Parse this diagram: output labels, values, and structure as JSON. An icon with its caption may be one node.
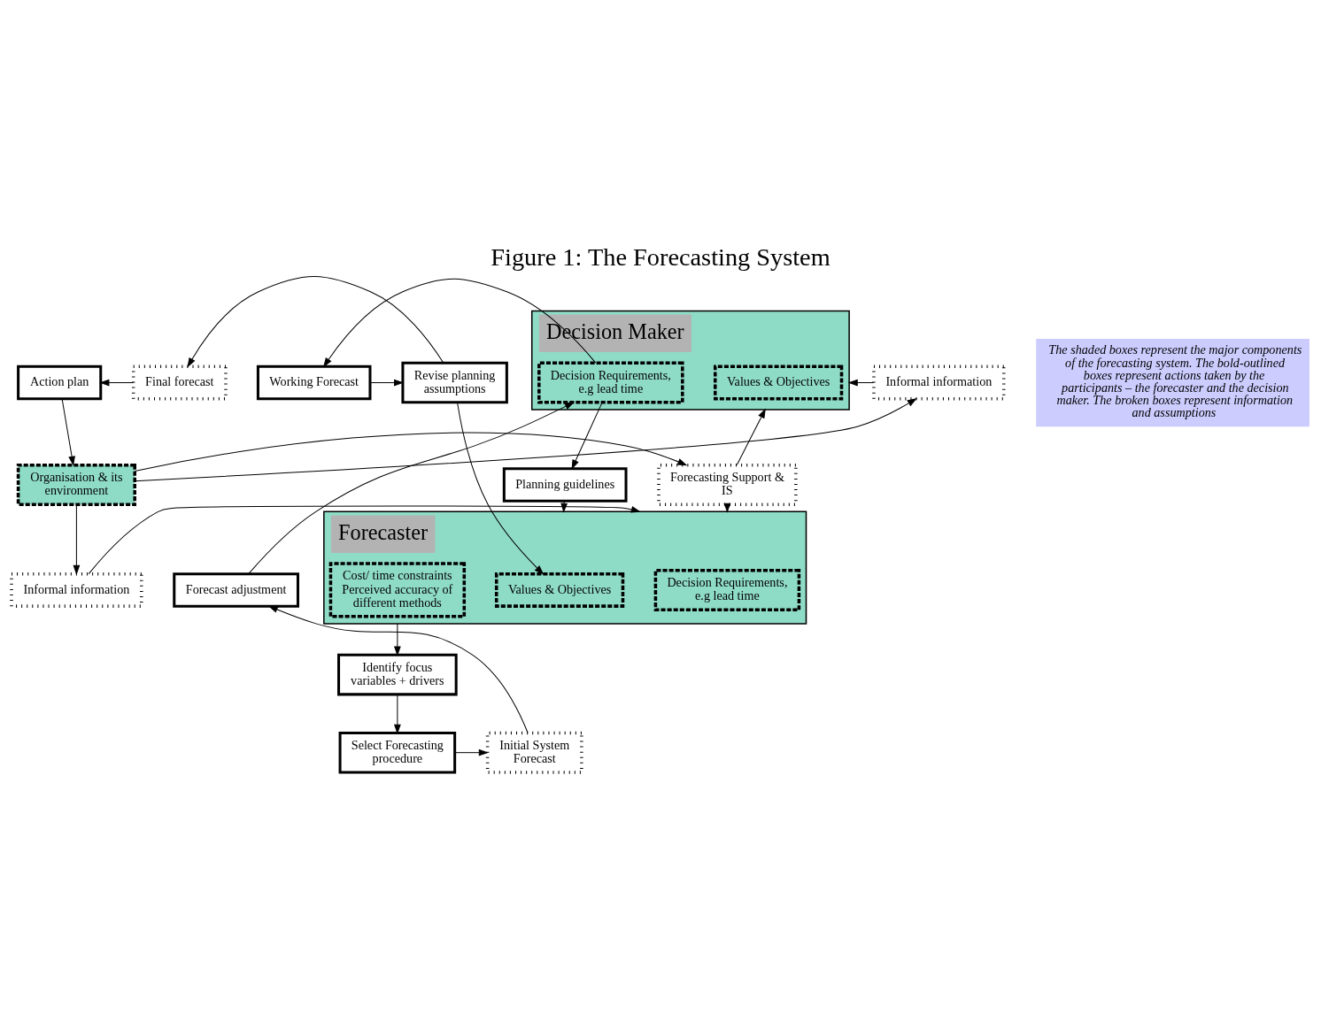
{
  "diagram": {
    "title": "Figure 1: The Forecasting System",
    "nodes": [
      {
        "text": [
          "Decision Maker"
        ]
      },
      {
        "text": [
          "Values & Objectives"
        ],
        "in": 0
      },
      {
        "text": [
          "Decision Requirements, e.g lead time"
        ],
        "in": 0
      },
      {
        "text": [
          "Action plan"
        ]
      },
      {
        "text": [
          "Final forecast"
        ]
      },
      {
        "text": [
          "Informal information"
        ]
      },
      {
        "text": [
          "Organisation & its environment"
        ]
      },
      {
        "text": [
          "Forecasting Support & IS"
        ]
      },
      {
        "text": [
          "Planning guidelines"
        ]
      },
      {
        "text": [
          "Working Forecast"
        ]
      },
      {
        "text": [
          "Revise planning assumptions"
        ]
      },
      {
        "text": [
          "Informal information"
        ]
      },
      {
        "text": [
          "Forecaster"
        ]
      },
      {
        "text": [
          "Values & Objectives"
        ],
        "in": 12
      },
      {
        "text": [
          "Decision Requirements, e.g lead time"
        ],
        "in": 12
      },
      {
        "text": [
          "Cost/ time constraints Perceived accuracy of different methods"
        ],
        "in": 12
      },
      {
        "text": [
          "Forecast adjustment"
        ]
      },
      {
        "text": [
          "Identify focus variables + drivers"
        ]
      },
      {
        "text": [
          "Select Forecasting procedure"
        ]
      },
      {
        "text": [
          "Initial System Forecast"
        ]
      }
    ],
    "edges": [
      {
        "from": 4,
        "to": 3,
        "arrow": "to"
      },
      {
        "from": 3,
        "to": 6,
        "arrow": "to"
      },
      {
        "from": 6,
        "to": 5,
        "arrow": "to"
      },
      {
        "from": 6,
        "to": 7,
        "arrow": "to"
      },
      {
        "from": 6,
        "to": 11,
        "arrow": "to"
      },
      {
        "from": 5,
        "to": 0,
        "arrow": "to"
      },
      {
        "from": 7,
        "to": 0,
        "arrow": "to"
      },
      {
        "from": 7,
        "to": 12,
        "arrow": "to"
      },
      {
        "from": 11,
        "to": 12,
        "arrow": "to"
      },
      {
        "from": 2,
        "to": 9,
        "arrow": "to"
      },
      {
        "from": 9,
        "to": 10,
        "arrow": "to"
      },
      {
        "from": 10,
        "to": 4,
        "arrow": "to"
      },
      {
        "from": 10,
        "to": 13,
        "arrow": "to"
      },
      {
        "from": 2,
        "to": 8,
        "arrow": "to"
      },
      {
        "from": 8,
        "to": 12,
        "arrow": "to"
      },
      {
        "from": 16,
        "to": 2,
        "arrow": "to"
      },
      {
        "from": 12,
        "to": 17,
        "arrow": "to"
      },
      {
        "from": 17,
        "to": 18,
        "arrow": "to"
      },
      {
        "from": 18,
        "to": 19,
        "arrow": "to"
      },
      {
        "from": 19,
        "to": 16,
        "arrow": "to"
      }
    ],
    "labels": [
      "The shaded boxes represent the major components of the forecasting system. The bold-outlined boxes represent actions taken by the participants – the forecaster and the decision maker. The broken boxes represent information and assumptions"
    ]
  }
}
